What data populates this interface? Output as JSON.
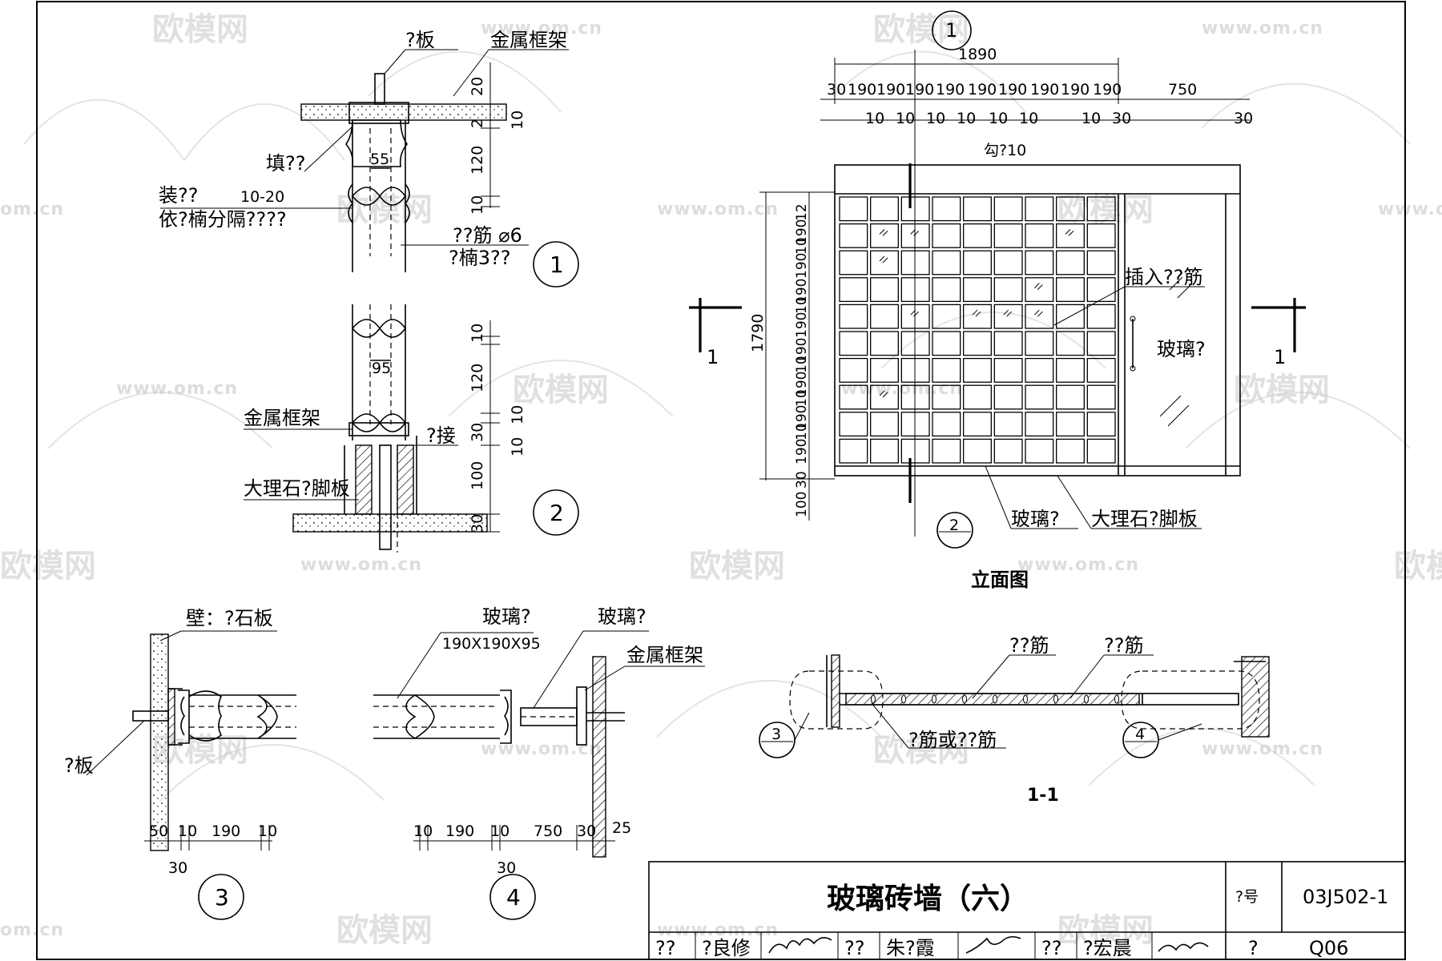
{
  "watermark": {
    "brand": "欧模网",
    "url": "www.om.cn",
    "url_short": "om.cn"
  },
  "detail1": {
    "board": "?板",
    "frame": "金属框架",
    "fill": "填??",
    "install1": "装??",
    "install2": "依?楠分隔????",
    "range": "10-20",
    "rebar1": "??筋 ⌀6",
    "rebar2": "?楠3??",
    "dims": {
      "d20": "20",
      "d2": "2",
      "d10a": "10",
      "d120": "120",
      "d10b": "10",
      "d55": "55"
    },
    "num": "1"
  },
  "detail2": {
    "frame": "金属框架",
    "joint": "?接",
    "base": "大理石?脚板",
    "dims": {
      "d10a": "10",
      "d95": "95",
      "d120": "120",
      "d30a": "30",
      "d10b": "10",
      "d10c": "10",
      "d100": "100",
      "d30b": "30"
    },
    "num": "2"
  },
  "detail3": {
    "wall": "壁：?石板",
    "board": "?板",
    "dims": [
      "50",
      "10",
      "190",
      "10"
    ],
    "dim_under": "30",
    "num": "3"
  },
  "detail4": {
    "glass1": "玻璃?",
    "size": "190X190X95",
    "glass2": "玻璃?",
    "frame": "金属框架",
    "dims": [
      "10",
      "190",
      "10",
      "750",
      "30",
      "25"
    ],
    "dim_under": "30",
    "num": "4"
  },
  "elevation": {
    "title": "立面图",
    "overall": "1890",
    "bubble": "1",
    "top_dims": [
      "30",
      "190",
      "190",
      "190",
      "190",
      "190",
      "190",
      "190",
      "190",
      "190",
      "750"
    ],
    "gap_dims": [
      "10",
      "10",
      "10",
      "10",
      "10",
      "10",
      "10",
      "30",
      "30"
    ],
    "joint": "勾?10",
    "height": "1790",
    "left_dims": [
      "12",
      "190",
      "10",
      "190",
      "190",
      "10",
      "190",
      "190",
      "10",
      "190",
      "10",
      "190",
      "10",
      "190",
      "30",
      "100"
    ],
    "rebar": "插入??筋",
    "glass_label": "玻璃?",
    "glass_block": "玻璃?",
    "base": "大理石?脚板",
    "section_mark": "1",
    "sub_bubble": "2"
  },
  "section": {
    "title": "1-1",
    "rebar_a": "??筋",
    "rebar_b": "??筋",
    "rebar_c": "?筋或??筋",
    "bubble3": "3",
    "bubble4": "4"
  },
  "titleblock": {
    "title": "玻璃砖墙（六）",
    "code_label": "?号",
    "code": "03J502-1",
    "row": [
      "??",
      "?良修",
      "",
      "??",
      "朱?霞",
      "",
      "??",
      "?宏晨",
      "",
      "?",
      "Q06"
    ]
  }
}
